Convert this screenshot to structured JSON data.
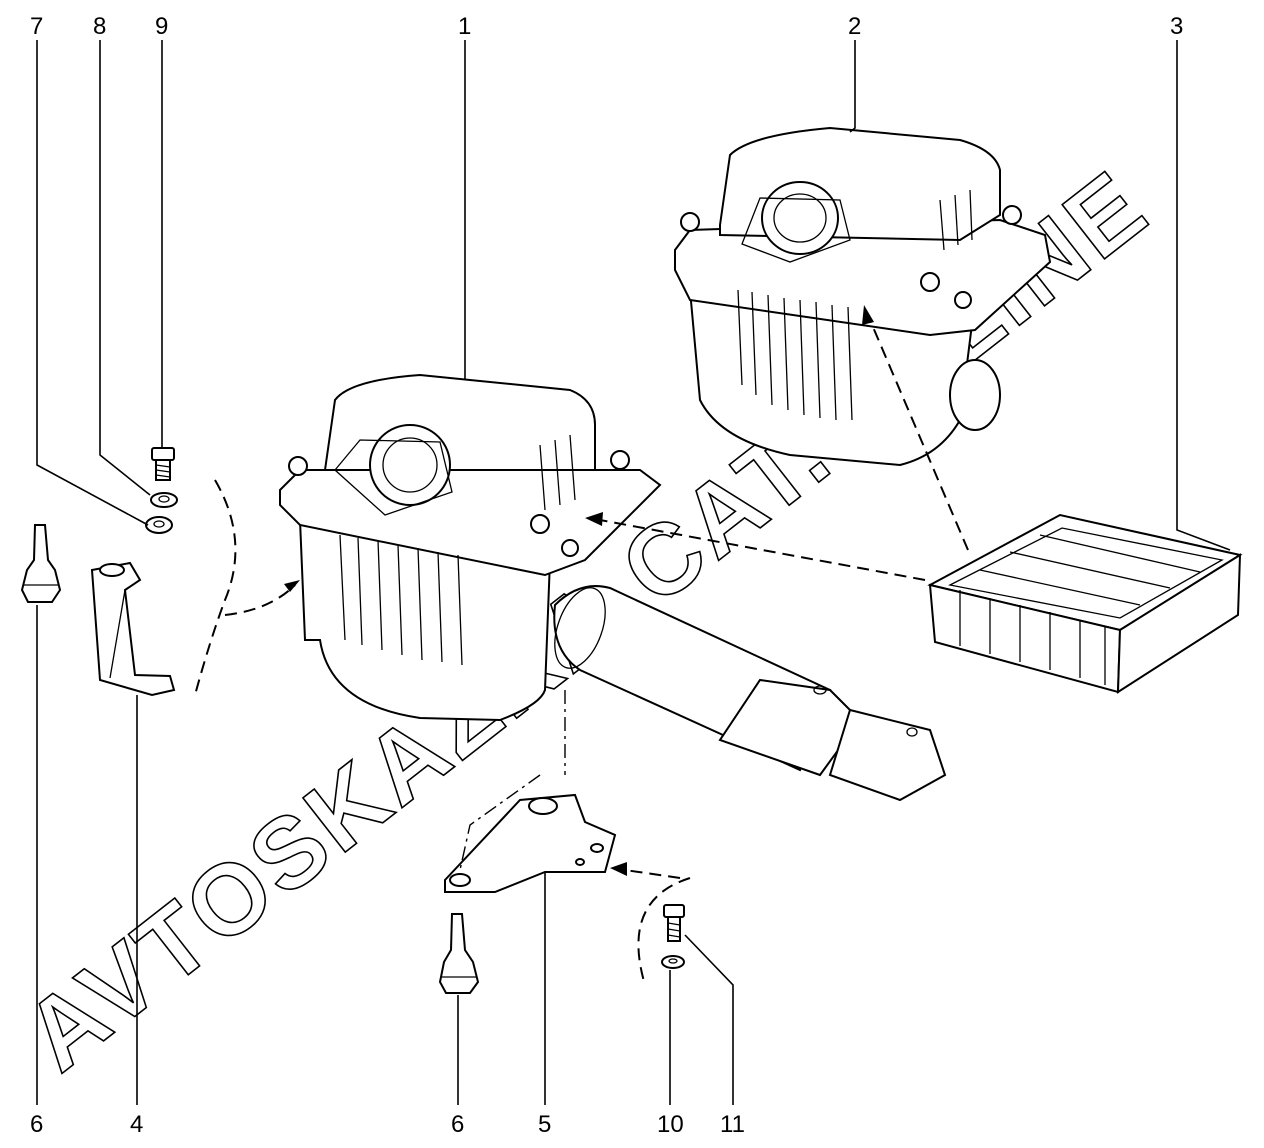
{
  "watermark": "AVTOSKAZKA.CAT.ONLINE",
  "callouts": {
    "c1": "1",
    "c2": "2",
    "c3": "3",
    "c4": "4",
    "c5": "5",
    "c6a": "6",
    "c6b": "6",
    "c7": "7",
    "c8": "8",
    "c9": "9",
    "c10": "10",
    "c11": "11"
  },
  "colors": {
    "ink": "#000000",
    "paper": "#ffffff"
  }
}
